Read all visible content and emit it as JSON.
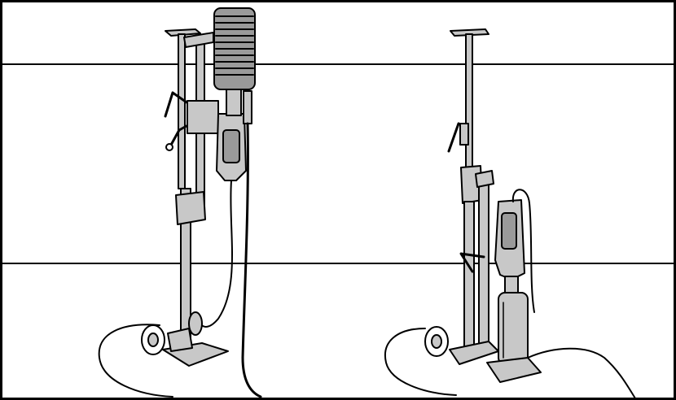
{
  "illustration": {
    "panels": [
      {
        "id": "rig-ceiling-brace",
        "parts": [
          "ceiling-plate",
          "telescopic-column",
          "drill-stand-column",
          "core-drill-motor",
          "core-bit-barrel",
          "feed-handle",
          "base-plate",
          "transport-wheel",
          "power-cable"
        ]
      },
      {
        "id": "rig-floor-drilling",
        "parts": [
          "ceiling-plate",
          "telescopic-column",
          "drill-stand-column",
          "core-drill-motor",
          "core-bit-barrel",
          "feed-handle",
          "base-plate",
          "transport-wheel",
          "power-cable"
        ]
      }
    ],
    "colors": {
      "outline": "#000000",
      "metal": "#c8c8c8",
      "shade": "#9a9a9a",
      "background": "#ffffff"
    }
  }
}
